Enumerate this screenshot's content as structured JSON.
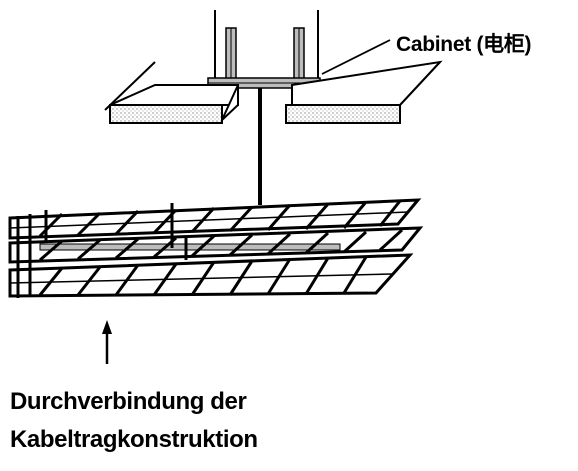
{
  "labels": {
    "cabinet": "Cabinet (电柜)",
    "caption_line1": "Durchverbindung der",
    "caption_line2": "Kabeltragkonstruktion"
  },
  "colors": {
    "ink": "#000000",
    "fill_gray": "#bdbdbd",
    "background": "#ffffff"
  }
}
